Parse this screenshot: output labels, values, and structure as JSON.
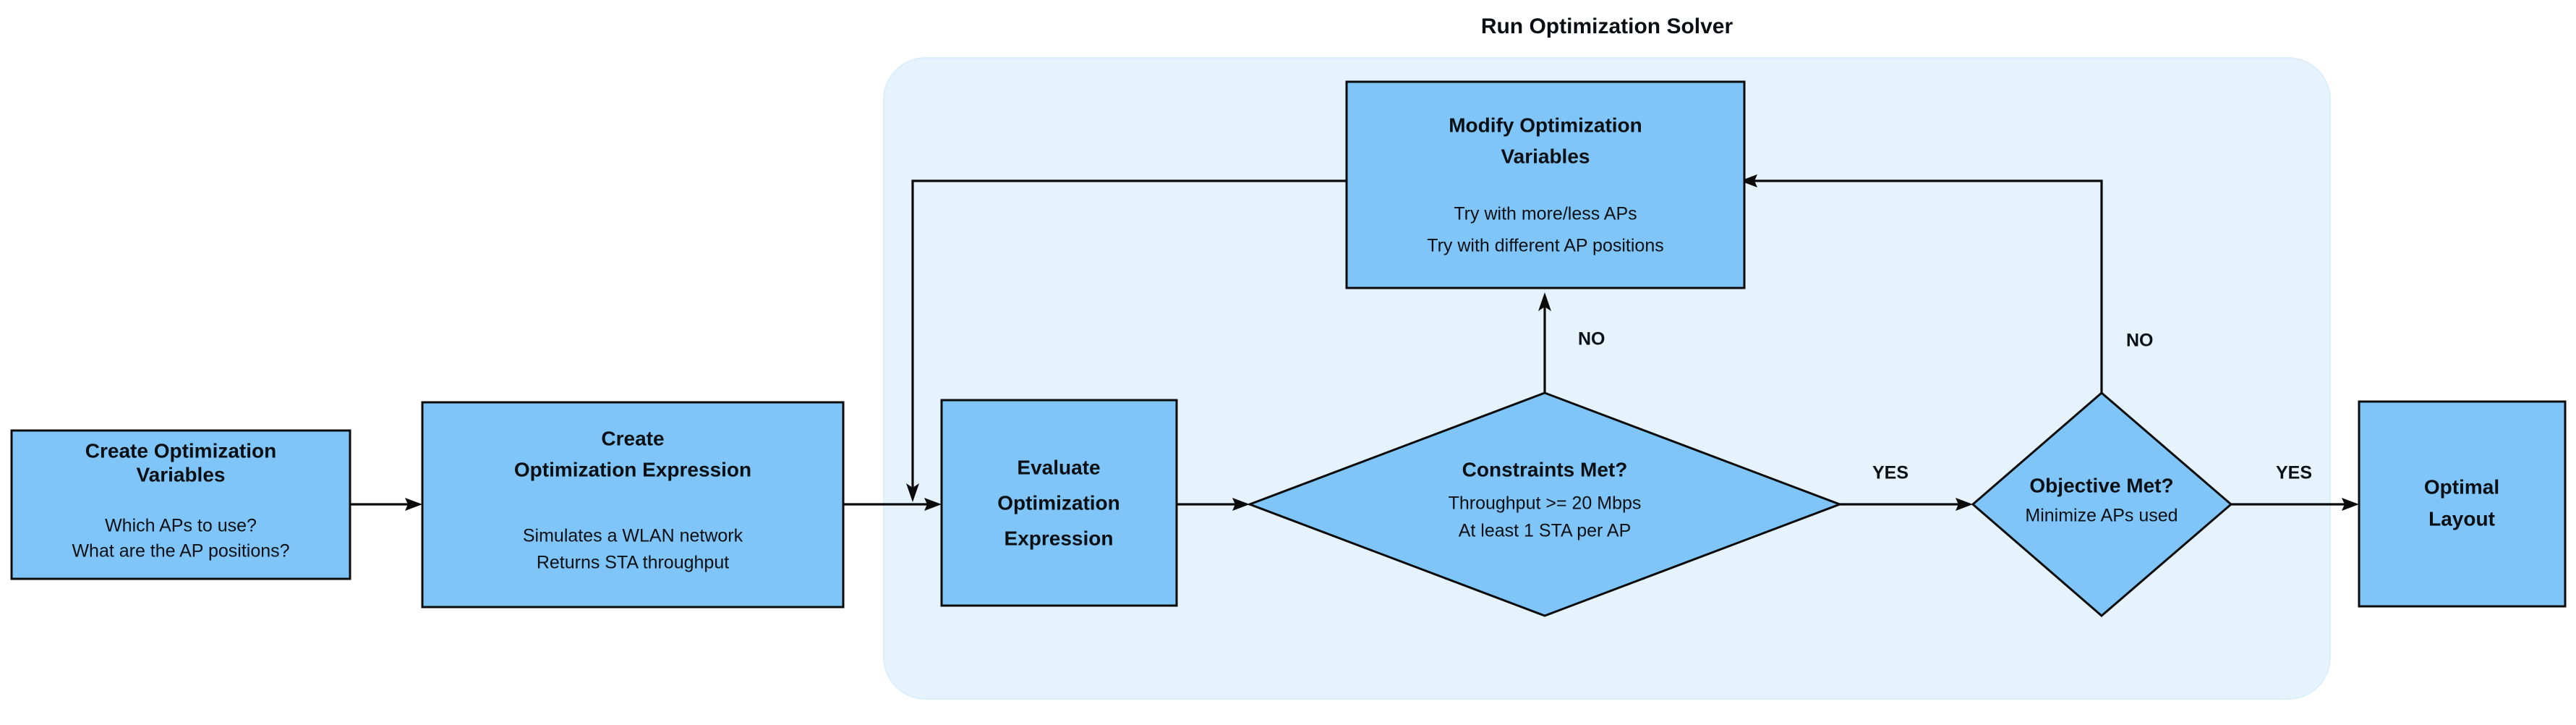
{
  "diagram": {
    "group": {
      "title": "Run Optimization Solver",
      "fill_color": "#e7f3fc"
    },
    "node_color": "#80c5f7",
    "border_color": "#0b0b0b",
    "nodes": {
      "create_variables": {
        "heading_line1": "Create Optimization",
        "heading_line2": "Variables",
        "detail_line1": "Which APs to use?",
        "detail_line2": "What are the AP positions?"
      },
      "create_expression": {
        "heading_line1": "Create",
        "heading_line2": "Optimization Expression",
        "detail_line1": "Simulates a WLAN network",
        "detail_line2": "Returns STA throughput"
      },
      "evaluate_expression": {
        "heading_line1": "Evaluate",
        "heading_line2": "Optimization",
        "heading_line3": "Expression"
      },
      "modify_variables": {
        "heading_line1": "Modify Optimization",
        "heading_line2": "Variables",
        "detail_line1": "Try with more/less APs",
        "detail_line2": "Try with different AP positions"
      },
      "constraints_met": {
        "heading": "Constraints Met?",
        "detail_line1": "Throughput >= 20 Mbps",
        "detail_line2": "At least 1 STA per AP"
      },
      "objective_met": {
        "heading": "Objective Met?",
        "detail_line1": "Minimize APs used"
      },
      "optimal_layout": {
        "heading_line1": "Optimal",
        "heading_line2": "Layout"
      }
    },
    "edge_labels": {
      "constraints_no": "NO",
      "constraints_yes": "YES",
      "objective_no": "NO",
      "objective_yes": "YES"
    }
  }
}
